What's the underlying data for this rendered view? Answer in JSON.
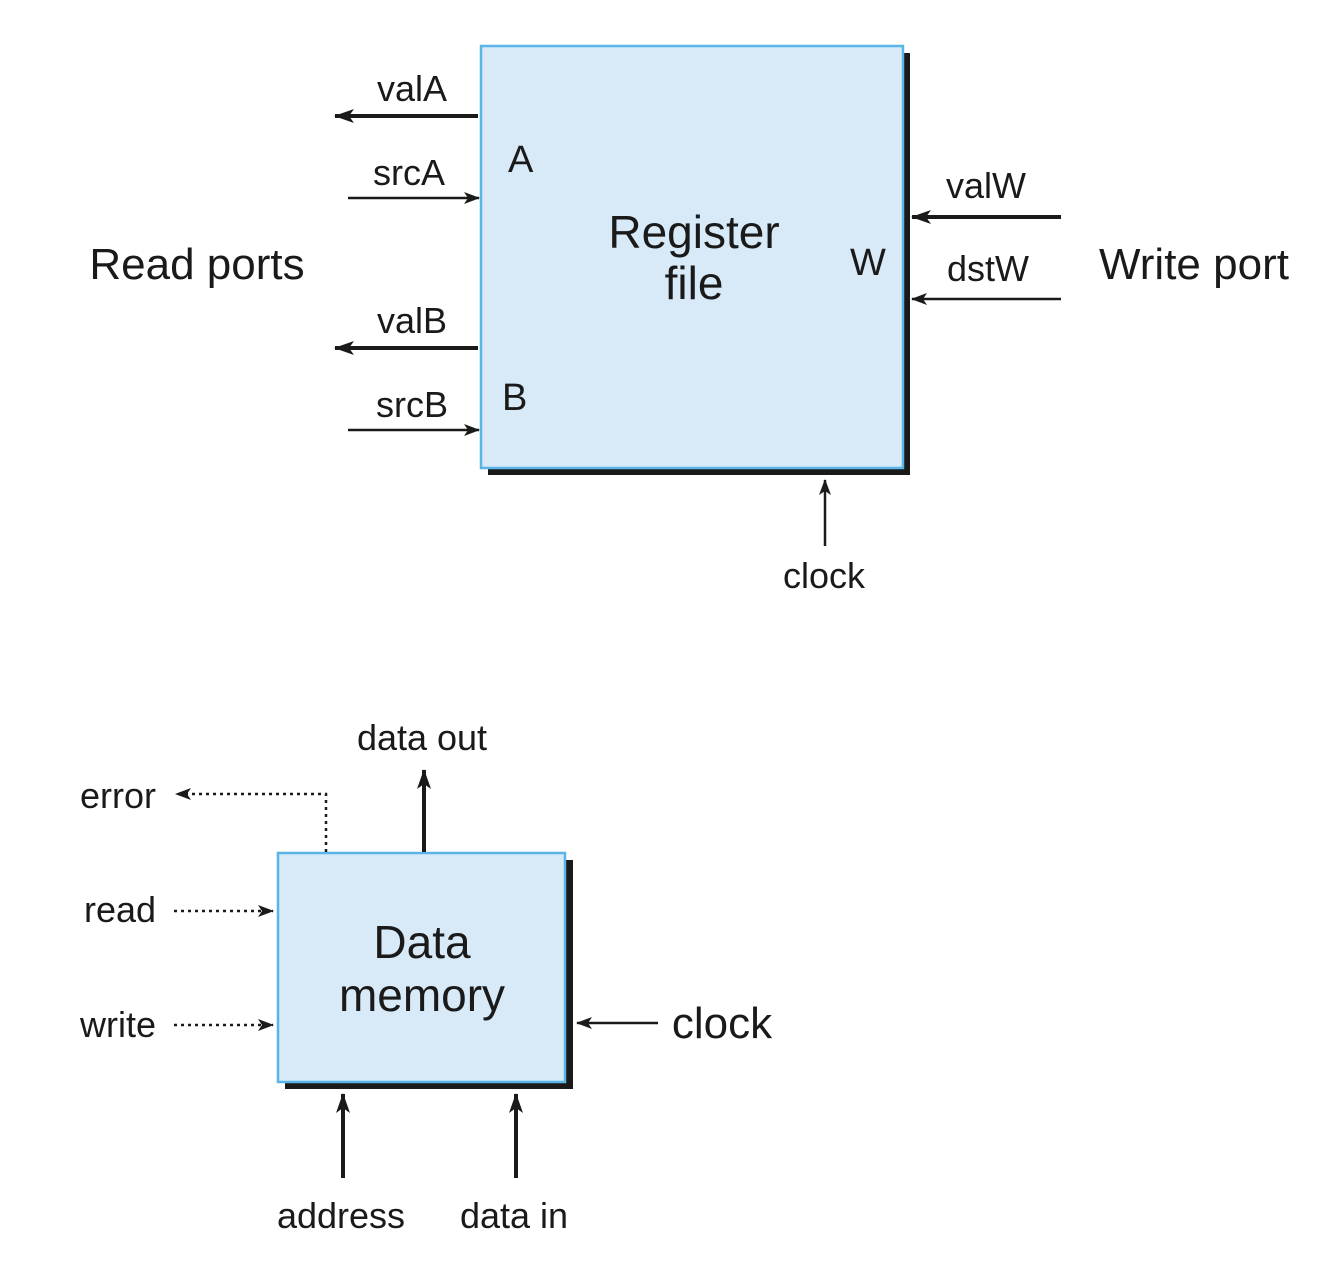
{
  "colors": {
    "box_fill": "#d8eaf8",
    "box_border": "#5ab4e6",
    "shadow": "#1a1a1a",
    "line": "#1a1a1a"
  },
  "register_file": {
    "title_line1": "Register",
    "title_line2": "file",
    "port_a": "A",
    "port_b": "B",
    "port_w": "W",
    "valA": "valA",
    "srcA": "srcA",
    "valB": "valB",
    "srcB": "srcB",
    "valW": "valW",
    "dstW": "dstW",
    "clock": "clock",
    "read_ports": "Read ports",
    "write_port": "Write port"
  },
  "data_memory": {
    "title_line1": "Data",
    "title_line2": "memory",
    "data_out": "data out",
    "error": "error",
    "read": "read",
    "write": "write",
    "clock": "clock",
    "address": "address",
    "data_in": "data in"
  }
}
